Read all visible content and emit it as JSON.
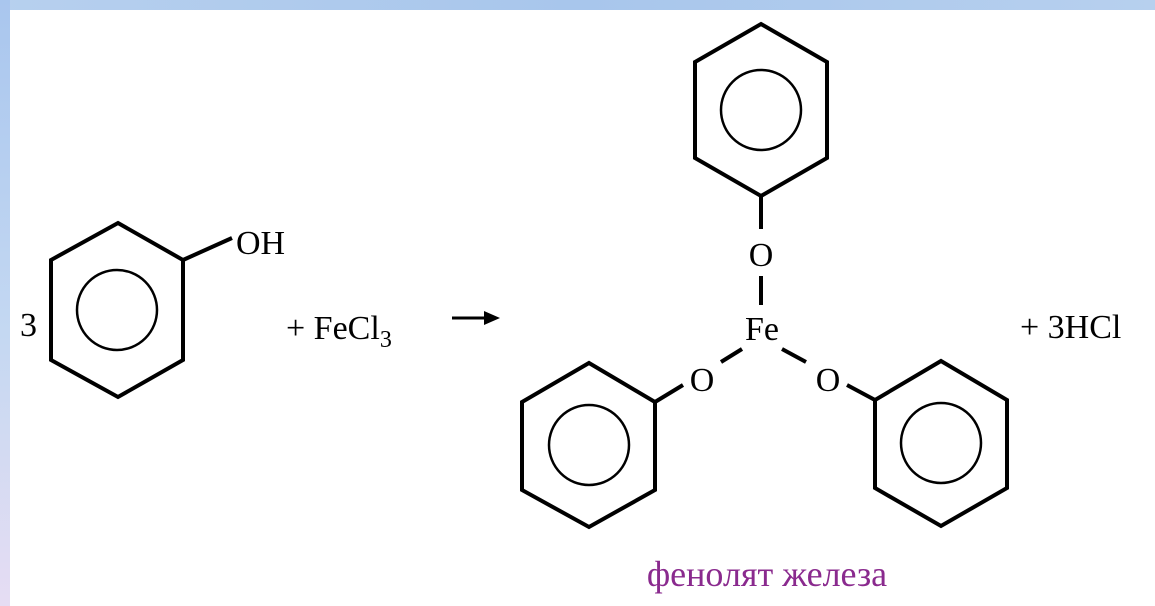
{
  "reaction": {
    "coefficient_phenol": "3",
    "phenol_oh": "OH",
    "plus_reagent": "+ FeCl",
    "reagent_subscript": "3",
    "arrow": "→",
    "oxygen_top": "O",
    "oxygen_left": "O",
    "oxygen_right": "O",
    "iron": "Fe",
    "byproduct": "+ 3HCl",
    "product_name": "фенолят железа"
  },
  "colors": {
    "frame": "#a8c6ec",
    "bond": "#000000",
    "caption": "#8a2a8e"
  }
}
